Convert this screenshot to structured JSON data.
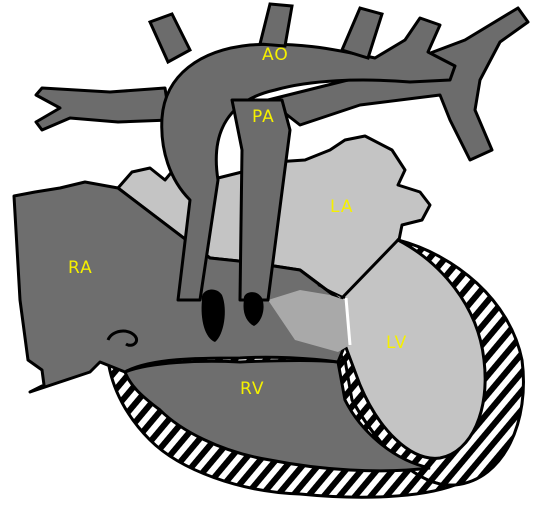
{
  "labels": {
    "ao": "AO",
    "pa": "PA",
    "la": "LA",
    "ra": "RA",
    "rv": "RV",
    "lv": "LV"
  },
  "colors": {
    "background": "#ffffff",
    "dark_chamber": "#6e6e6e",
    "vessels": "#6c6c6c",
    "light_chamber": "#c4c4c4",
    "septum": "#a9a9a9",
    "outline": "#000000",
    "label_text": "#f5f000"
  }
}
